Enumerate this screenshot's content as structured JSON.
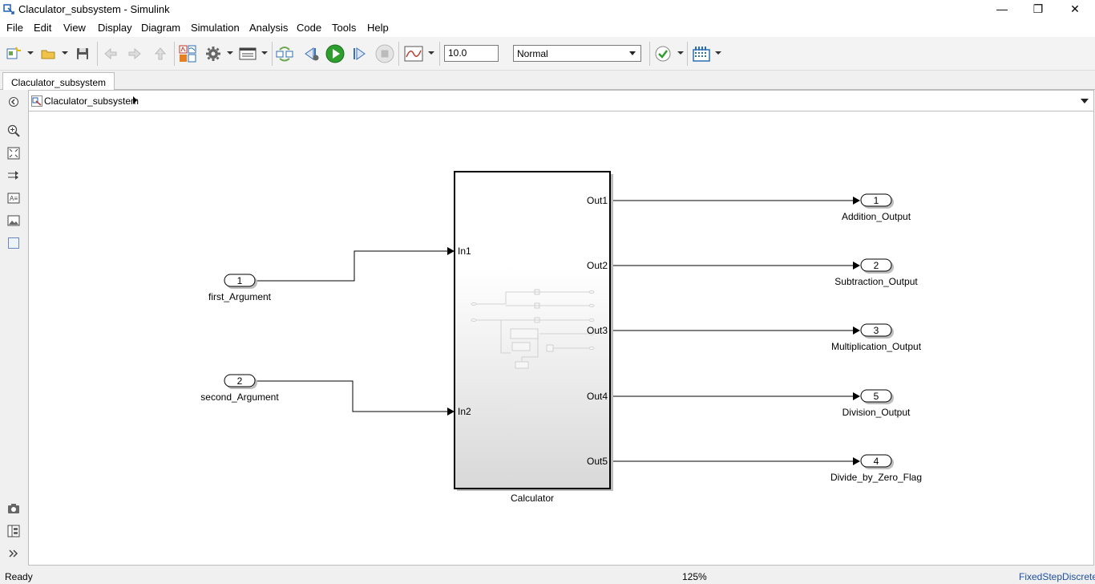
{
  "window": {
    "title": "Claculator_subsystem - Simulink",
    "minimize_glyph": "—",
    "restore_glyph": "❐",
    "close_glyph": "✕"
  },
  "menu": [
    "File",
    "Edit",
    "View",
    "Display",
    "Diagram",
    "Simulation",
    "Analysis",
    "Code",
    "Tools",
    "Help"
  ],
  "toolbar": {
    "stop_time": "10.0",
    "sim_mode": "Normal",
    "icons": [
      "new-model-icon",
      "open-icon",
      "save-icon",
      "back-icon",
      "forward-icon",
      "up-icon",
      "library-browser-icon",
      "model-config-icon",
      "model-explorer-icon",
      "update-diagram-icon",
      "step-back-icon",
      "run-icon",
      "step-forward-icon",
      "stop-icon",
      "scope-icon",
      "check-icon",
      "build-icon"
    ]
  },
  "tab": {
    "label": "Claculator_subsystem"
  },
  "breadcrumb": {
    "model": "Claculator_subsystem"
  },
  "palette": [
    "hide-show-icon",
    "zoom-icon",
    "fit-to-view-icon",
    "arrow-direction-icon",
    "annotation-icon",
    "image-icon",
    "area-icon",
    "snapshot-icon",
    "model-browser-icon",
    "expand-icon"
  ],
  "diagram": {
    "subsystem": {
      "name": "Calculator",
      "inputs": [
        "In1",
        "In2"
      ],
      "outputs": [
        "Out1",
        "Out2",
        "Out3",
        "Out4",
        "Out5"
      ]
    },
    "inports": [
      {
        "number": "1",
        "name": "first_Argument"
      },
      {
        "number": "2",
        "name": "second_Argument"
      }
    ],
    "outports": [
      {
        "number": "1",
        "name": "Addition_Output"
      },
      {
        "number": "2",
        "name": "Subtraction_Output"
      },
      {
        "number": "3",
        "name": "Multiplication_Output"
      },
      {
        "number": "5",
        "name": "Division_Output"
      },
      {
        "number": "4",
        "name": "Divide_by_Zero_Flag"
      }
    ]
  },
  "status": {
    "state": "Ready",
    "zoom": "125%",
    "solver": "FixedStepDiscrete"
  },
  "colors": {
    "run_green": "#2e9e2e",
    "solver_link": "#1f4fa8",
    "line": "#000000"
  }
}
